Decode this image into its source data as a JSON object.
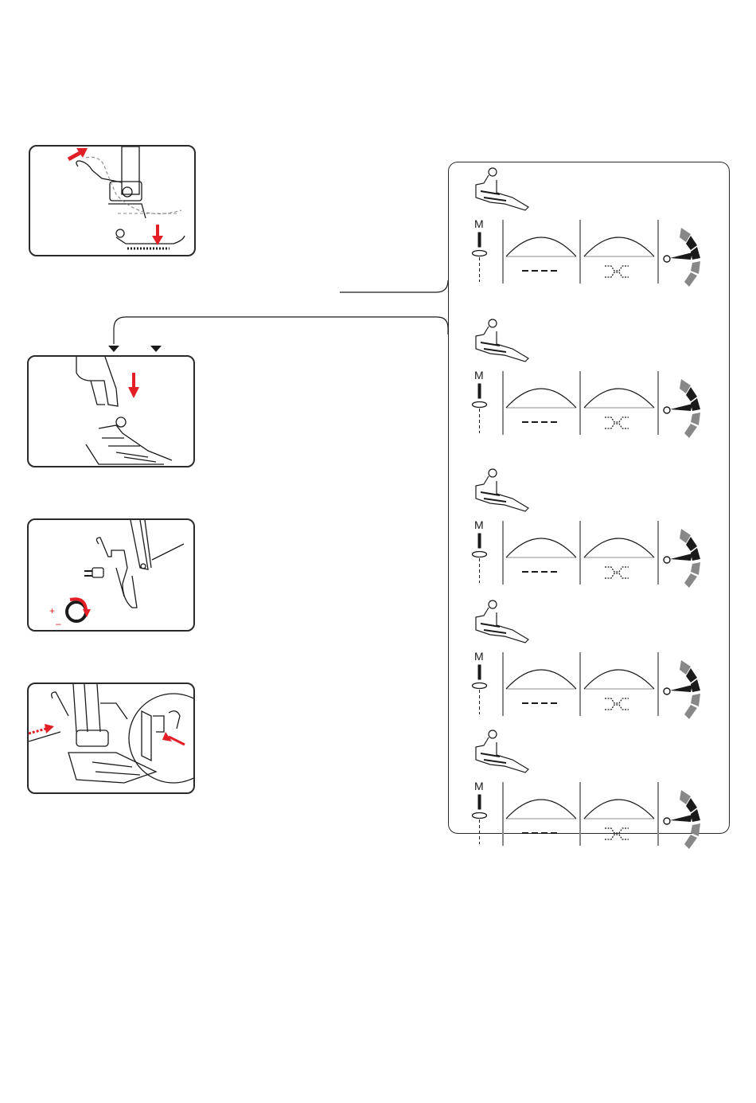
{
  "colors": {
    "accent": "#e21f26",
    "line": "#1a1a1a",
    "gray": "#888888"
  },
  "illustrations": [
    {
      "name": "remove-presser-foot",
      "icons": [
        "presser-foot-icon",
        "red-arrow-icon"
      ]
    },
    {
      "name": "attach-presser-foot",
      "icons": [
        "presser-foot-icon",
        "down-arrow-icon"
      ]
    },
    {
      "name": "adjust-shank-screw",
      "icons": [
        "shank-screw-icon",
        "rotate-icon"
      ],
      "plus_label": "+",
      "minus_label": "–"
    },
    {
      "name": "insert-guide",
      "icons": [
        "guide-bar-icon",
        "magnifier-icon"
      ]
    }
  ],
  "settings": [
    {
      "foot": "standard-foot-icon",
      "needle_label": "M"
    },
    {
      "foot": "overcast-foot-icon",
      "needle_label": "M"
    },
    {
      "foot": "standard-foot-icon",
      "needle_label": "M"
    },
    {
      "foot": "satin-foot-icon",
      "needle_label": "M"
    },
    {
      "foot": "satin-foot-icon",
      "needle_label": "M"
    }
  ]
}
